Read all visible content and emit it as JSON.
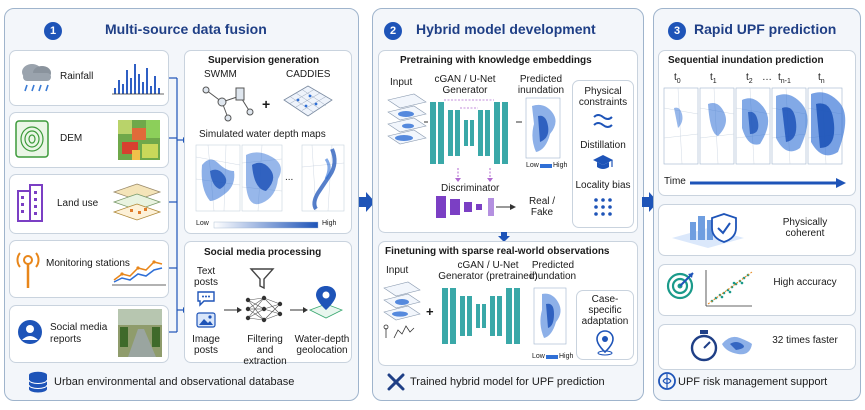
{
  "panel1": {
    "number": "1",
    "title": "Multi-source data fusion",
    "sources": [
      "Rainfall",
      "DEM",
      "Land use",
      "Monitoring stations",
      "Social media reports"
    ],
    "supervision": {
      "title": "Supervision generation",
      "swmm": "SWMM",
      "plus": "+",
      "caddies": "CADDIES",
      "maps_label": "Simulated water depth maps",
      "ellipsis": "...",
      "low": "Low",
      "high": "High"
    },
    "social": {
      "title": "Social media processing",
      "text_posts": "Text posts",
      "image_posts": "Image posts",
      "filtering": "Filtering and extraction",
      "geolocation": "Water-depth geolocation"
    },
    "footer": "Urban environmental and observational database"
  },
  "panel2": {
    "number": "2",
    "title": "Hybrid model development",
    "pretraining": {
      "title": "Pretraining with knowledge embeddings",
      "input": "Input",
      "generator": "cGAN / U-Net Generator",
      "predicted": "Predicted inundation",
      "low": "Low",
      "high": "High",
      "discriminator": "Discriminator",
      "real_fake": "Real / Fake",
      "physical": "Physical constraints",
      "distillation": "Distillation",
      "locality": "Locality bias"
    },
    "finetuning": {
      "title": "Finetuning with sparse real-world observations",
      "input": "Input",
      "plus": "+",
      "generator": "cGAN / U-Net Generator (pretrained)",
      "predicted": "Predicted inundation",
      "low": "Low",
      "high": "High",
      "case": "Case-specific adaptation"
    },
    "footer": "Trained hybrid model for UPF prediction"
  },
  "panel3": {
    "number": "3",
    "title": "Rapid UPF prediction",
    "sequential": {
      "title": "Sequential inundation prediction",
      "time_label": "Time"
    },
    "benefits": [
      "Physically coherent",
      "High accuracy",
      "32 times faster"
    ],
    "footer": "UPF risk management support"
  },
  "colors": {
    "title_blue": "#1f3f86",
    "accent_blue": "#1e54b8",
    "map_blue": "#2f6fd6",
    "purple": "#7b3fc4",
    "teal": "#3aa8a8",
    "orange": "#e8861a"
  }
}
